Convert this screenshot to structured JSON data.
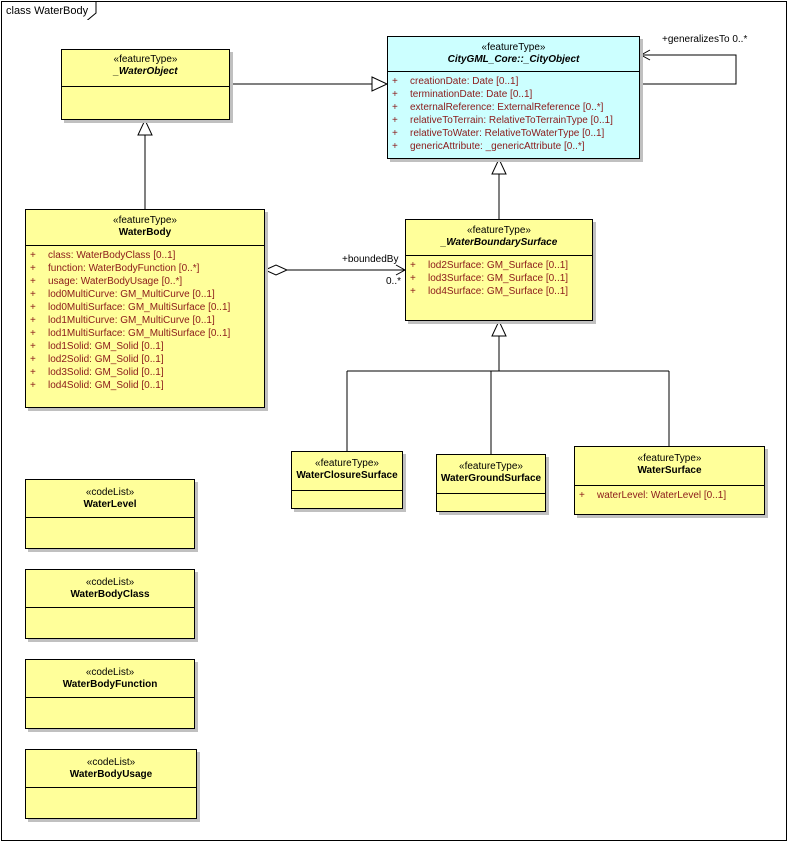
{
  "frame": {
    "title": "class WaterBody"
  },
  "classes": {
    "water_object": {
      "stereotype": "«featureType»",
      "name": "_WaterObject"
    },
    "city_object": {
      "stereotype": "«featureType»",
      "name": "CityGML_Core::_CityObject",
      "attributes": [
        "creationDate:  Date [0..1]",
        "terminationDate:  Date [0..1]",
        "externalReference:  ExternalReference [0..*]",
        "relativeToTerrain:  RelativeToTerrainType [0..1]",
        "relativeToWater:  RelativeToWaterType [0..1]",
        "genericAttribute:  _genericAttribute [0..*]"
      ]
    },
    "water_body": {
      "stereotype": "«featureType»",
      "name": "WaterBody",
      "attributes": [
        "class:  WaterBodyClass [0..1]",
        "function:  WaterBodyFunction [0..*]",
        "usage:  WaterBodyUsage [0..*]",
        "lod0MultiCurve:  GM_MultiCurve [0..1]",
        "lod0MultiSurface:  GM_MultiSurface [0..1]",
        "lod1MultiCurve:  GM_MultiCurve [0..1]",
        "lod1MultiSurface:  GM_MultiSurface [0..1]",
        "lod1Solid:  GM_Solid [0..1]",
        "lod2Solid:  GM_Solid [0..1]",
        "lod3Solid:  GM_Solid [0..1]",
        "lod4Solid:  GM_Solid [0..1]"
      ]
    },
    "water_boundary_surface": {
      "stereotype": "«featureType»",
      "name": "_WaterBoundarySurface",
      "attributes": [
        "lod2Surface:  GM_Surface [0..1]",
        "lod3Surface:  GM_Surface [0..1]",
        "lod4Surface:  GM_Surface [0..1]"
      ]
    },
    "water_closure_surface": {
      "stereotype": "«featureType»",
      "name": "WaterClosureSurface"
    },
    "water_ground_surface": {
      "stereotype": "«featureType»",
      "name": "WaterGroundSurface"
    },
    "water_surface": {
      "stereotype": "«featureType»",
      "name": "WaterSurface",
      "attributes": [
        "waterLevel:  WaterLevel [0..1]"
      ]
    },
    "water_level": {
      "stereotype": "«codeList»",
      "name": "WaterLevel"
    },
    "water_body_class": {
      "stereotype": "«codeList»",
      "name": "WaterBodyClass"
    },
    "water_body_function": {
      "stereotype": "«codeList»",
      "name": "WaterBodyFunction"
    },
    "water_body_usage": {
      "stereotype": "«codeList»",
      "name": "WaterBodyUsage"
    }
  },
  "attribute_visibility": "+",
  "associations": {
    "generalizes": "+generalizesTo 0..*",
    "bounded_by_role": "+boundedBy",
    "bounded_by_multiplicity": "0..*"
  }
}
